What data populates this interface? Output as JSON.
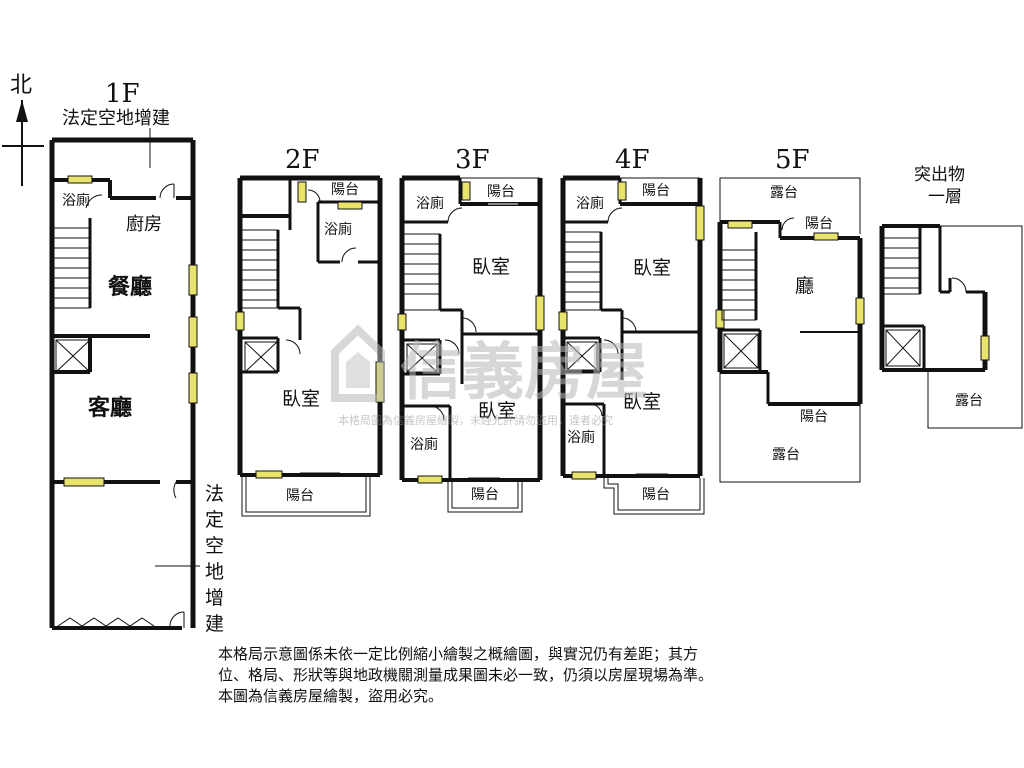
{
  "compass": {
    "north": "北"
  },
  "floors": {
    "f1": {
      "title": "1F",
      "note": "法定空地增建"
    },
    "f2": {
      "title": "2F"
    },
    "f3": {
      "title": "3F"
    },
    "f4": {
      "title": "4F"
    },
    "f5": {
      "title": "5F"
    },
    "roof": {
      "title_line1": "突出物",
      "title_line2": "一層"
    }
  },
  "side_note": [
    "法",
    "定",
    "空",
    "地",
    "增",
    "建"
  ],
  "rooms": {
    "f1_bath": "浴廁",
    "f1_kitchen": "廚房",
    "f1_dining": "餐廳",
    "f1_living": "客廳",
    "f2_balcony_top": "陽台",
    "f2_bath": "浴廁",
    "f2_bedroom": "臥室",
    "f2_balcony_bottom": "陽台",
    "f3_bath_top": "浴廁",
    "f3_balcony_top": "陽台",
    "f3_bedroom_top": "臥室",
    "f3_bedroom_bottom": "臥室",
    "f3_bath_bottom": "浴廁",
    "f3_balcony_bottom": "陽台",
    "f4_bath_top": "浴廁",
    "f4_balcony_top": "陽台",
    "f4_bedroom_top": "臥室",
    "f4_bedroom_bottom": "臥室",
    "f4_bath_bottom": "浴廁",
    "f4_balcony_bottom": "陽台",
    "f5_terrace_top": "露台",
    "f5_balcony_top": "陽台",
    "f5_hall": "廳",
    "f5_balcony_bottom": "陽台",
    "f5_terrace_bottom": "露台",
    "roof_terrace": "露台"
  },
  "watermark": {
    "brand": "信義房屋",
    "notice": "本格局圖為信義房屋繪製，未經允許請勿盜用，違者必究"
  },
  "disclaimer": [
    "本格局示意圖係未依一定比例縮小繪製之概繪圖，與實況仍有差距；其方",
    "位、格局、形狀等與地政機關測量成果圖未必一致，仍須以房屋現場為準。",
    "本圖為信義房屋繪製，盜用必究。"
  ],
  "colors": {
    "wall": "#111111",
    "window": "#e8e36a",
    "watermark": "#b8b8b8"
  }
}
